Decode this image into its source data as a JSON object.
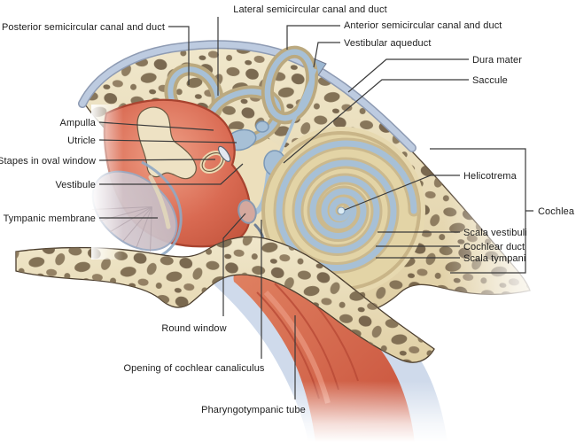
{
  "labels": {
    "posterior_semicircular": "Posterior semicircular canal and duct",
    "lateral_semicircular": "Lateral semicircular canal and duct",
    "anterior_semicircular": "Anterior semicircular canal and duct",
    "vestibular_aqueduct": "Vestibular aqueduct",
    "dura_mater": "Dura mater",
    "saccule": "Saccule",
    "ampulla": "Ampulla",
    "utricle": "Utricle",
    "stapes": "Stapes in oval window",
    "vestibule": "Vestibule",
    "tympanic_membrane": "Tympanic membrane",
    "helicotrema": "Helicotrema",
    "cochlea": "Cochlea",
    "scala_vestibuli": "Scala vestibuli",
    "cochlear_duct": "Cochlear duct",
    "scala_tympani": "Scala tympani",
    "round_window": "Round window",
    "cochlear_canaliculus": "Opening of cochlear canaliculus",
    "pharyngotympanic_tube": "Pharyngotympanic tube"
  },
  "colors": {
    "bone": "#e9dcb6",
    "bone_marrow": "#7c6a4f",
    "labyrinth_blue": "#a7c0d6",
    "dura_blue": "#b9c9dd",
    "middle_ear_red": "#d96a52",
    "tympanic_membrane_gray": "#d3c6cc",
    "cartilage_blue": "#ccd8ea",
    "leader_line": "#3a3a3a",
    "label_text": "#1c1c1c"
  }
}
